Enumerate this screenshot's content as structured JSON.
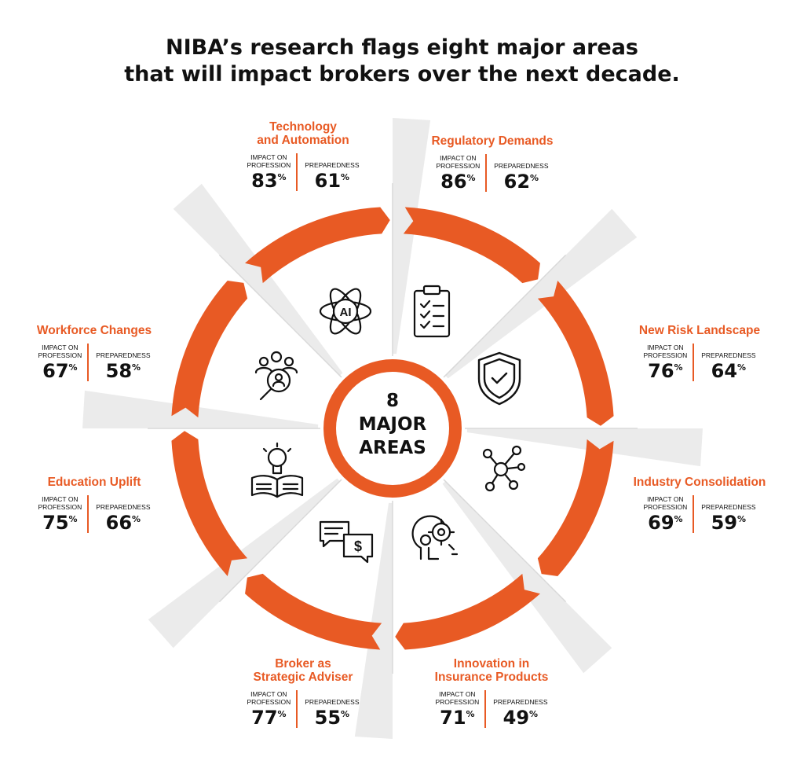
{
  "title": {
    "line1": "NIBA’s research flags eight major areas",
    "line2": "that will impact brokers over the next decade."
  },
  "center": {
    "line1": "8",
    "line2": "MAJOR",
    "line3": "AREAS"
  },
  "labels": {
    "impact": "IMPACT ON PROFESSION",
    "preparedness": "PREPAREDNESS",
    "percent_sign": "%"
  },
  "accent_color": "#e85a24",
  "areas": [
    {
      "name": "Technology and Automation",
      "name_lines": [
        "Technology",
        "and Automation"
      ],
      "impact": 83,
      "preparedness": 61,
      "icon": "ai-atom-icon"
    },
    {
      "name": "Regulatory Demands",
      "name_lines": [
        "Regulatory Demands"
      ],
      "impact": 86,
      "preparedness": 62,
      "icon": "clipboard-checklist-icon"
    },
    {
      "name": "New Risk Landscape",
      "name_lines": [
        "New Risk Landscape"
      ],
      "impact": 76,
      "preparedness": 64,
      "icon": "shield-check-icon"
    },
    {
      "name": "Industry Consolidation",
      "name_lines": [
        "Industry Consolidation"
      ],
      "impact": 69,
      "preparedness": 59,
      "icon": "network-nodes-icon"
    },
    {
      "name": "Innovation in Insurance Products",
      "name_lines": [
        "Innovation in",
        "Insurance Products"
      ],
      "impact": 71,
      "preparedness": 49,
      "icon": "gear-head-icon"
    },
    {
      "name": "Broker as Strategic Adviser",
      "name_lines": [
        "Broker as",
        "Strategic Adviser"
      ],
      "impact": 77,
      "preparedness": 55,
      "icon": "chat-dollar-icon"
    },
    {
      "name": "Education Uplift",
      "name_lines": [
        "Education Uplift"
      ],
      "impact": 75,
      "preparedness": 66,
      "icon": "book-lightbulb-icon"
    },
    {
      "name": "Workforce Changes",
      "name_lines": [
        "Workforce Changes"
      ],
      "impact": 67,
      "preparedness": 58,
      "icon": "people-search-icon"
    }
  ]
}
